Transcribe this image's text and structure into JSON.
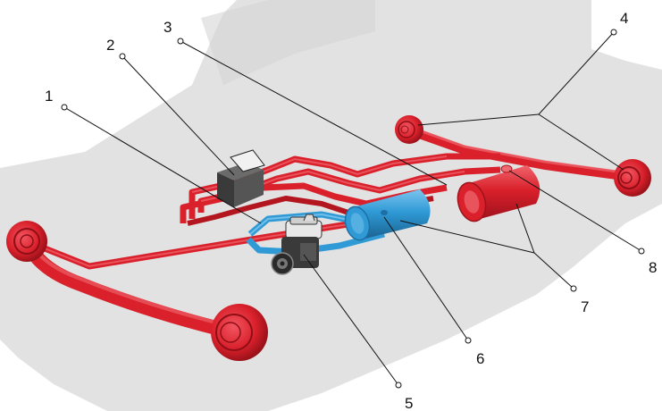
{
  "colors": {
    "background": "#ffffff",
    "truck_silhouette": "#e2e2e2",
    "air_line_red": "#d9202b",
    "air_line_red_dark": "#a8141d",
    "air_line_red_light": "#f06a72",
    "supply_line_blue": "#2f9ad6",
    "supply_line_blue_dark": "#1e6fa3",
    "compressor_dark": "#3a3a3a",
    "leader": "#111111"
  },
  "callouts": [
    {
      "id": "1",
      "label": "1"
    },
    {
      "id": "2",
      "label": "2"
    },
    {
      "id": "3",
      "label": "3"
    },
    {
      "id": "4",
      "label": "4"
    },
    {
      "id": "5",
      "label": "5"
    },
    {
      "id": "6",
      "label": "6"
    },
    {
      "id": "7",
      "label": "7"
    },
    {
      "id": "8",
      "label": "8"
    }
  ]
}
